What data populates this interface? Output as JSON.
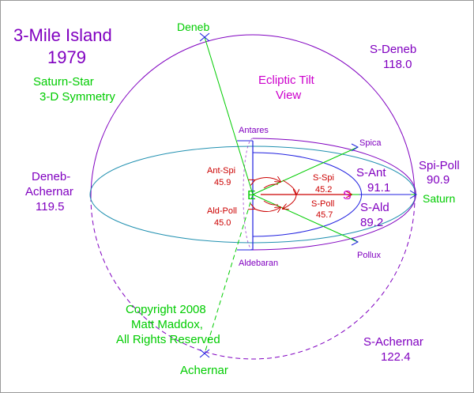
{
  "title": {
    "line1": "3-Mile Island",
    "line2": "1979"
  },
  "subtitle": {
    "line1": "Saturn-Star",
    "line2": "3-D Symmetry"
  },
  "view": {
    "line1": "Ecliptic Tilt",
    "line2": "View"
  },
  "stars": {
    "deneb": "Deneb",
    "achernar": "Achernar",
    "antares": "Antares",
    "aldebaran": "Aldebaran",
    "spica": "Spica",
    "pollux": "Pollux",
    "saturn": "Saturn"
  },
  "points": {
    "earth": "E",
    "saturn": "S"
  },
  "angles": {
    "s_deneb": {
      "label": "S-Deneb",
      "value": "118.0"
    },
    "deneb_achernar": {
      "label1": "Deneb-",
      "label2": "Achernar",
      "value": "119.5"
    },
    "s_achernar": {
      "label": "S-Achernar",
      "value": "122.4"
    },
    "spi_poll": {
      "label": "Spi-Poll",
      "value": "90.9"
    },
    "s_ant": {
      "label": "S-Ant",
      "value": "91.1"
    },
    "s_ald": {
      "label": "S-Ald",
      "value": "89.2"
    },
    "ant_spi": {
      "label": "Ant-Spi",
      "value": "45.9"
    },
    "ald_poll": {
      "label": "Ald-Poll",
      "value": "45.0"
    },
    "s_spi": {
      "label": "S-Spi",
      "value": "45.2"
    },
    "s_poll": {
      "label": "S-Poll",
      "value": "45.7"
    }
  },
  "copyright": {
    "line1": "Copyright 2008",
    "line2": "Matt Maddox,",
    "line3": "All Rights Reserved"
  },
  "colors": {
    "purple": "#8000c0",
    "green": "#00cc00",
    "red": "#cc0000",
    "blue": "#2020e0",
    "teal": "#2090b0",
    "magenta": "#cc00cc"
  }
}
